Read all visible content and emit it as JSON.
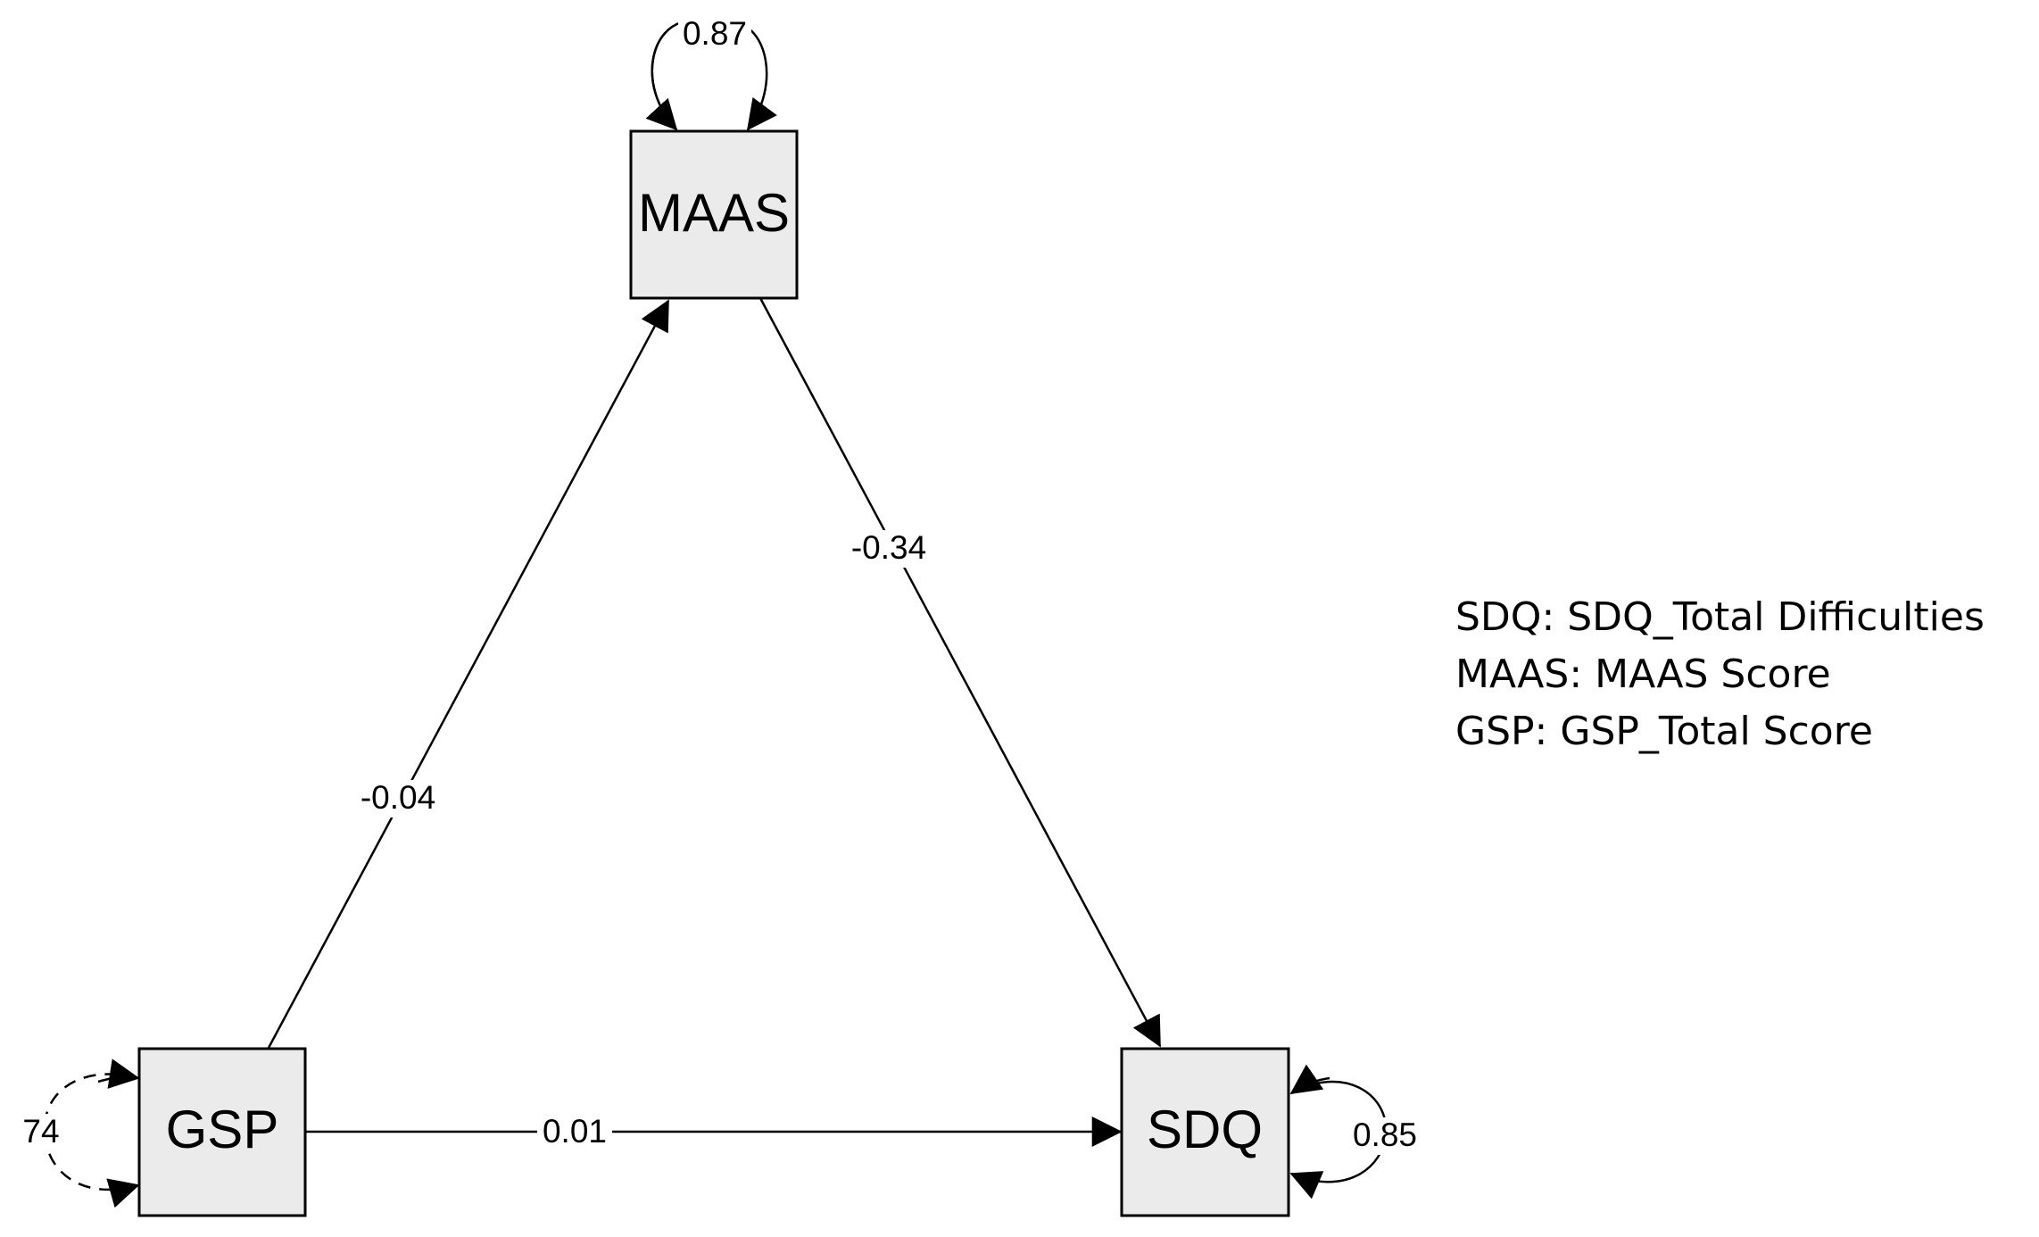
{
  "nodes": {
    "maas": {
      "label": "MAAS"
    },
    "gsp": {
      "label": "GSP"
    },
    "sdq": {
      "label": "SDQ"
    }
  },
  "paths": {
    "gsp_to_maas": "-0.04",
    "maas_to_sdq": "-0.34",
    "gsp_to_sdq": "0.01"
  },
  "variances": {
    "maas": "0.87",
    "gsp": "74",
    "sdq": "0.85"
  },
  "legend": [
    "SDQ: SDQ_Total Difficulties",
    "MAAS: MAAS Score",
    "GSP: GSP_Total Score"
  ]
}
